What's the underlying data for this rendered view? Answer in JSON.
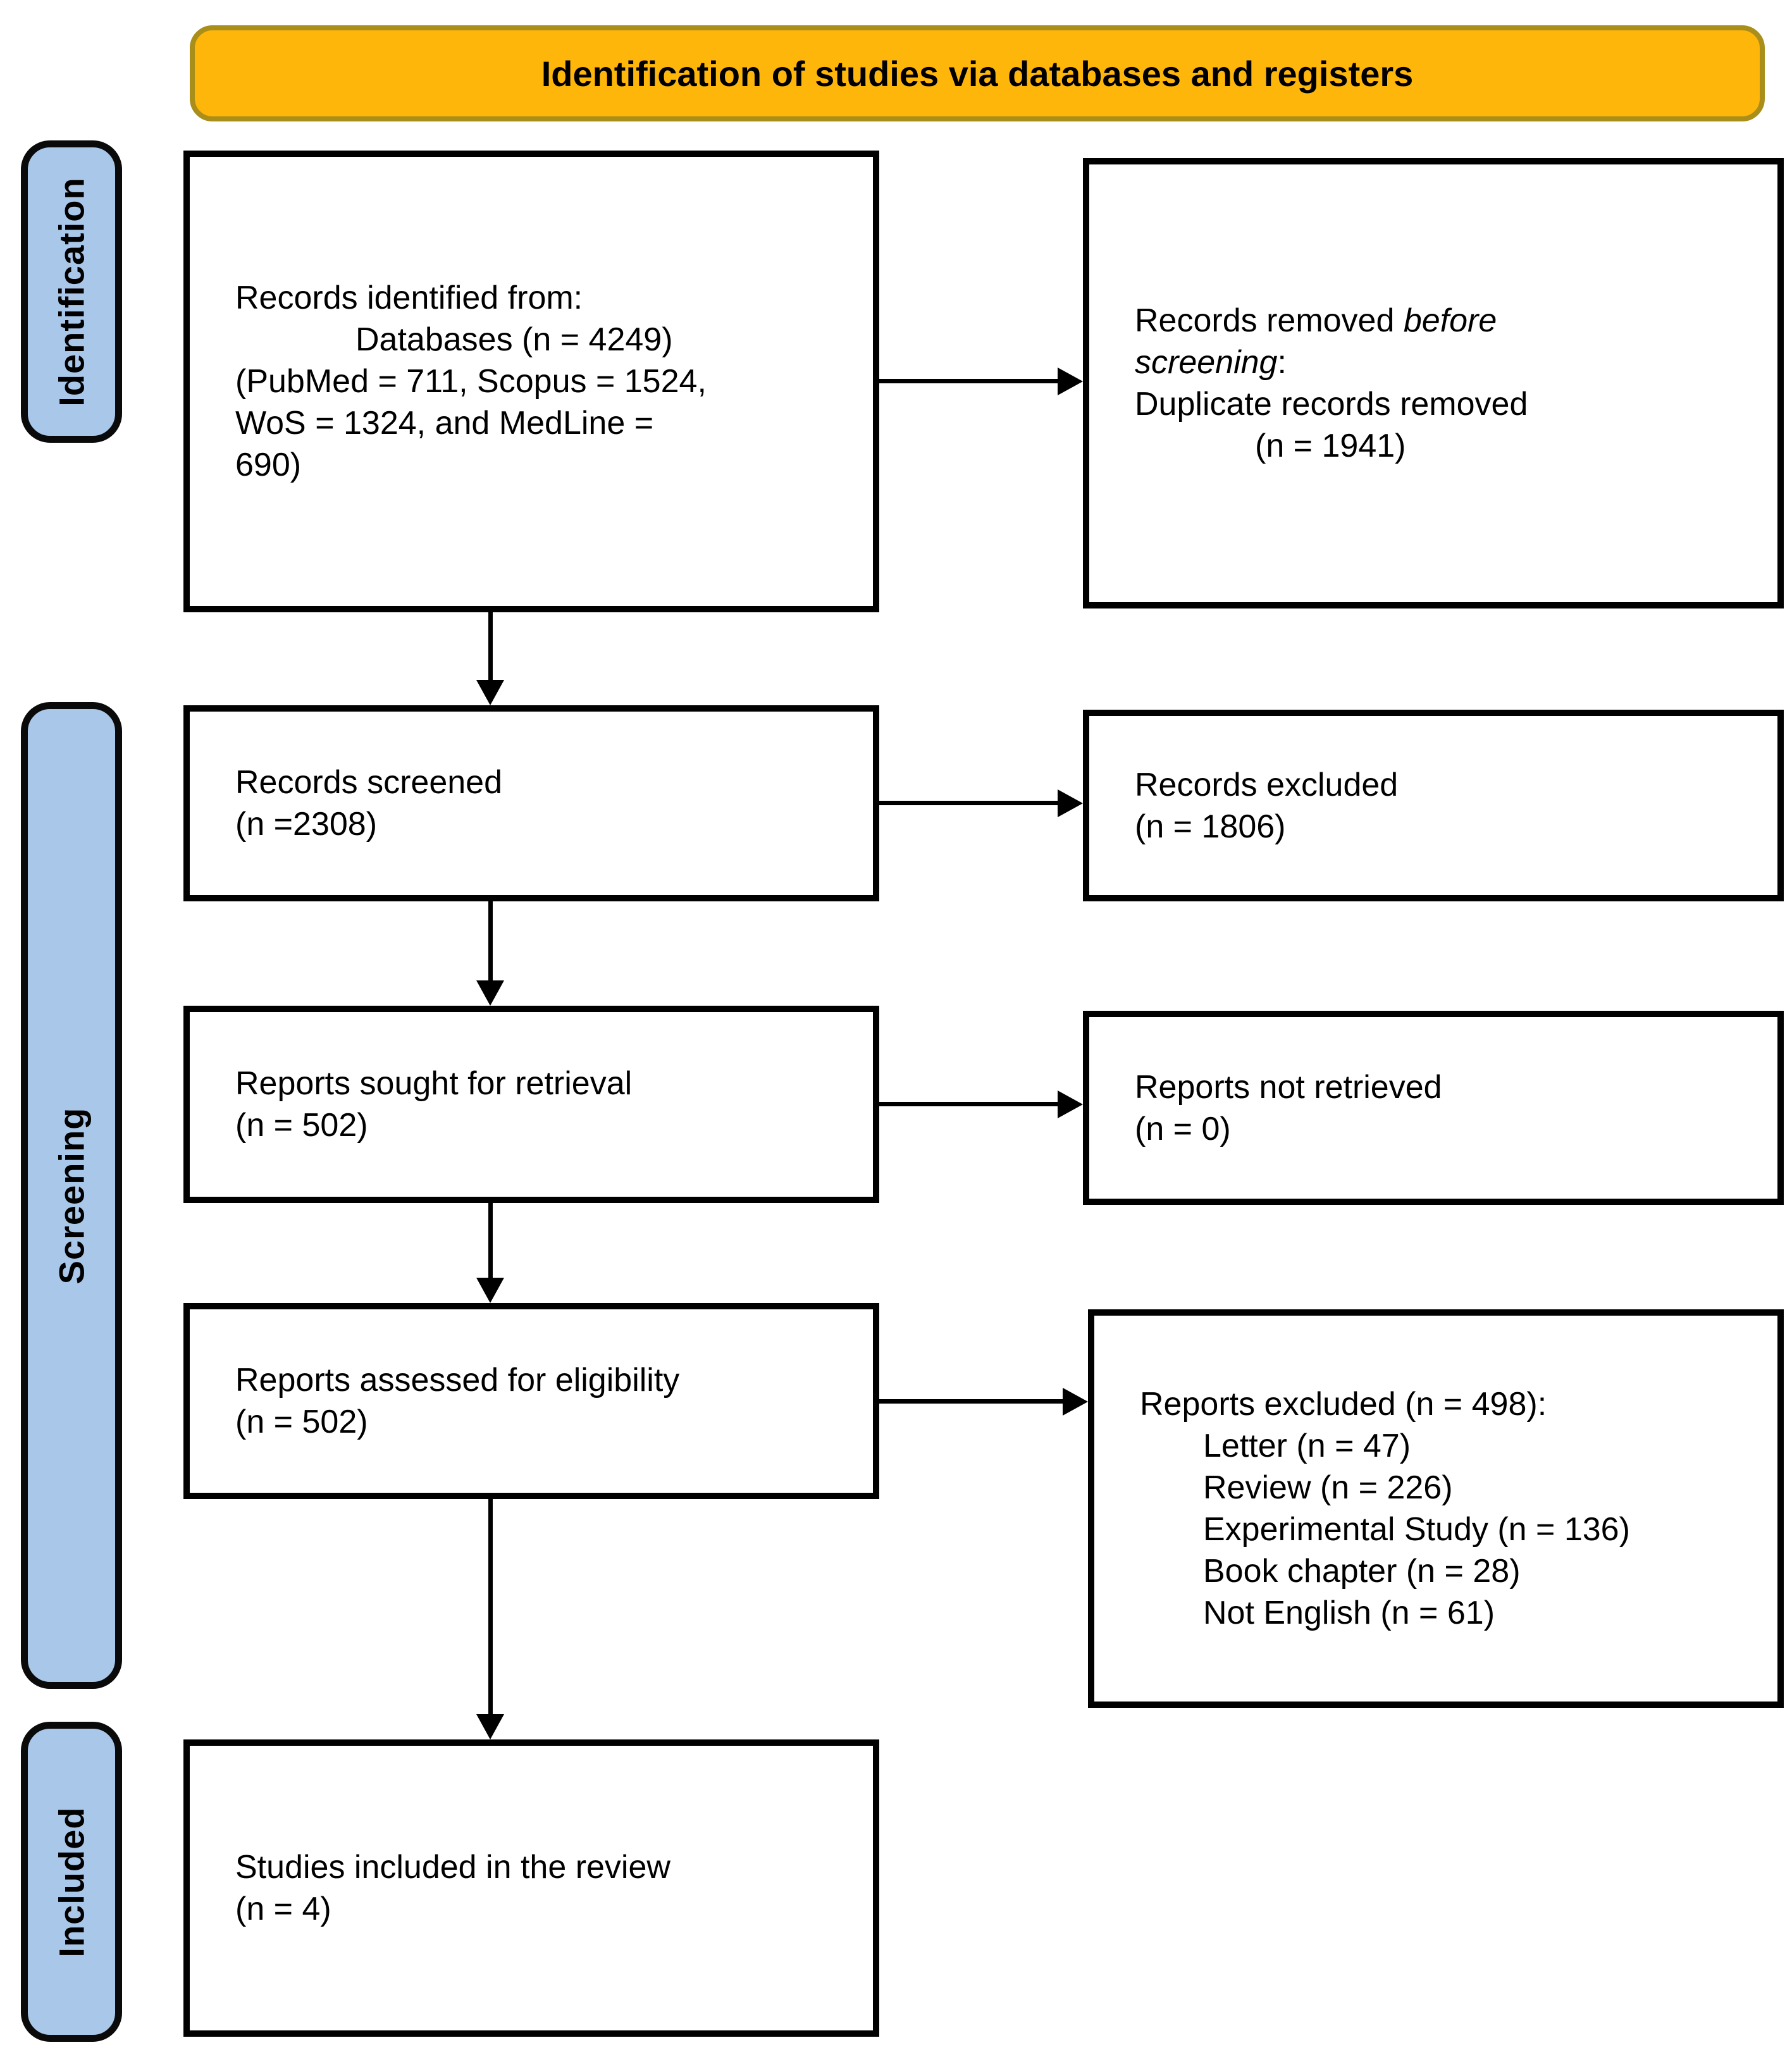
{
  "banner": {
    "title": "Identification of studies via databases and registers",
    "bg_color": "#FFB60A",
    "border_color": "#A98E1A"
  },
  "stages": {
    "identification": "Identification",
    "screening": "Screening",
    "included": "Included",
    "bg_color": "#A9C7E9"
  },
  "boxes": {
    "records_identified": {
      "lines": [
        "Records identified from:",
        "Databases (n = 4249)",
        "(PubMed = 711, Scopus = 1524,",
        "WoS = 1324, and MedLine =",
        "690)"
      ]
    },
    "records_removed": {
      "text_start": "Records removed ",
      "italic_1": "before",
      "italic_2": "screening",
      "colon": ":",
      "line_2": "Duplicate records removed",
      "line_3": "(n = 1941)"
    },
    "records_screened": {
      "lines": [
        "Records screened",
        "(n =2308)"
      ]
    },
    "records_excluded": {
      "lines": [
        "Records excluded",
        "(n = 1806)"
      ]
    },
    "reports_sought": {
      "lines": [
        "Reports sought for retrieval",
        "(n = 502)"
      ]
    },
    "reports_not_retrieved": {
      "lines": [
        "Reports not retrieved",
        "(n = 0)"
      ]
    },
    "reports_assessed": {
      "lines": [
        "Reports assessed for eligibility",
        "(n = 502)"
      ]
    },
    "reports_excluded": {
      "header": "Reports excluded (n = 498):",
      "items": [
        "Letter (n = 47)",
        "Review (n = 226)",
        "Experimental Study (n = 136)",
        "Book chapter (n = 28)",
        "Not English (n = 61)"
      ]
    },
    "studies_included": {
      "lines": [
        "Studies included in the review",
        "(n = 4)"
      ]
    }
  }
}
